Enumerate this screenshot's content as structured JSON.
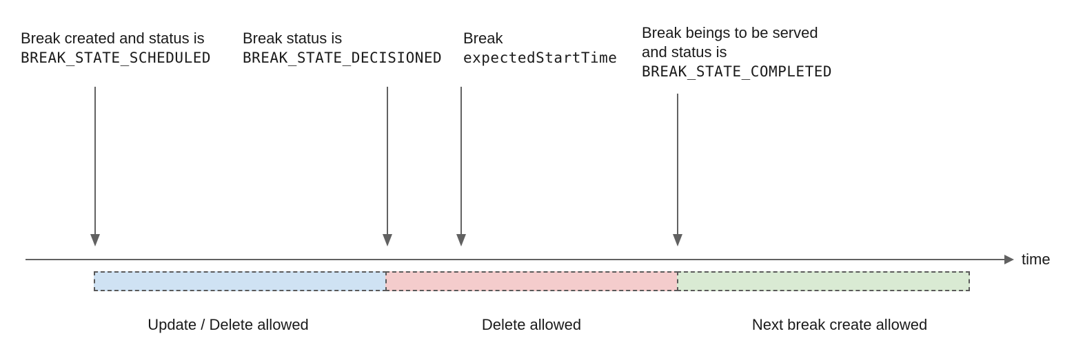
{
  "diagram": {
    "annotations": [
      {
        "line1": "Break created and status is",
        "line2": "BREAK_STATE_SCHEDULED"
      },
      {
        "line1": "Break status is",
        "line2": "BREAK_STATE_DECISIONED"
      },
      {
        "line1": "Break",
        "line2": "expectedStartTime"
      },
      {
        "line1": "Break beings to be served",
        "line2": "and status is",
        "line3": "BREAK_STATE_COMPLETED"
      }
    ],
    "timeline": {
      "axis_label": "time"
    },
    "segments": [
      {
        "label": "Update / Delete allowed",
        "fill": "#cfe2f3"
      },
      {
        "label": "Delete allowed",
        "fill": "#f4cccc"
      },
      {
        "label": "Next break create allowed",
        "fill": "#d9ead3"
      }
    ],
    "colors": {
      "arrow": "#616161",
      "dashed_border": "#595959",
      "text": "#1a1a1a"
    }
  }
}
